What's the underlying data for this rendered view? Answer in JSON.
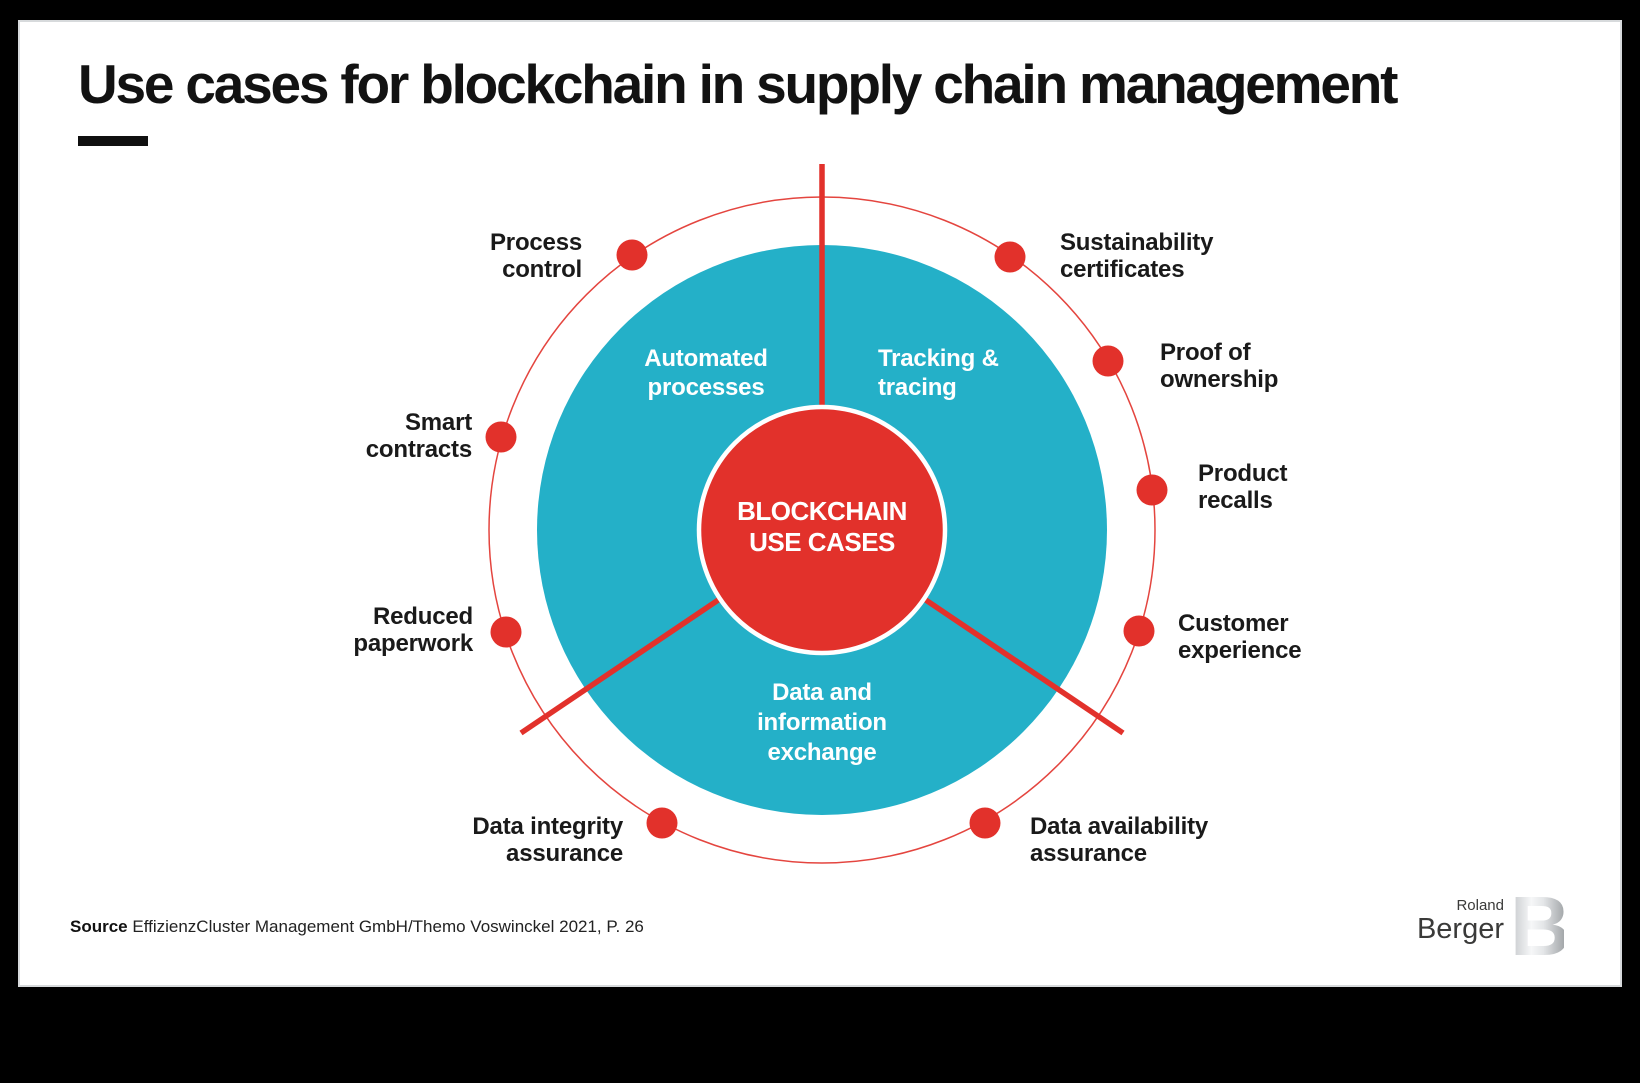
{
  "title": "Use cases for blockchain in supply chain management",
  "diagram": {
    "center": {
      "line1": "BLOCKCHAIN",
      "line2": "USE CASES"
    },
    "sectors": [
      {
        "label": "Automated\nprocesses"
      },
      {
        "label": "Tracking &\ntracing"
      },
      {
        "label": "Data and\ninformation\nexchange"
      }
    ],
    "outer_labels": [
      {
        "text": "Process\ncontrol"
      },
      {
        "text": "Sustainability\ncertificates"
      },
      {
        "text": "Proof of\nownership"
      },
      {
        "text": "Product\nrecalls"
      },
      {
        "text": "Customer\nexperience"
      },
      {
        "text": "Data availability\nassurance"
      },
      {
        "text": "Data integrity\nassurance"
      },
      {
        "text": "Reduced\npaperwork"
      },
      {
        "text": "Smart\ncontracts"
      }
    ],
    "colors": {
      "teal": "#24B0C8",
      "red": "#E2312B",
      "ring": "#E4453F",
      "text": "#1A1A1A"
    }
  },
  "source": {
    "label": "Source",
    "text": " EffizienzCluster Management GmbH/Themo Voswinckel 2021, P. 26"
  },
  "logo": {
    "line1": "Roland",
    "line2": "Berger",
    "mark": "B"
  }
}
